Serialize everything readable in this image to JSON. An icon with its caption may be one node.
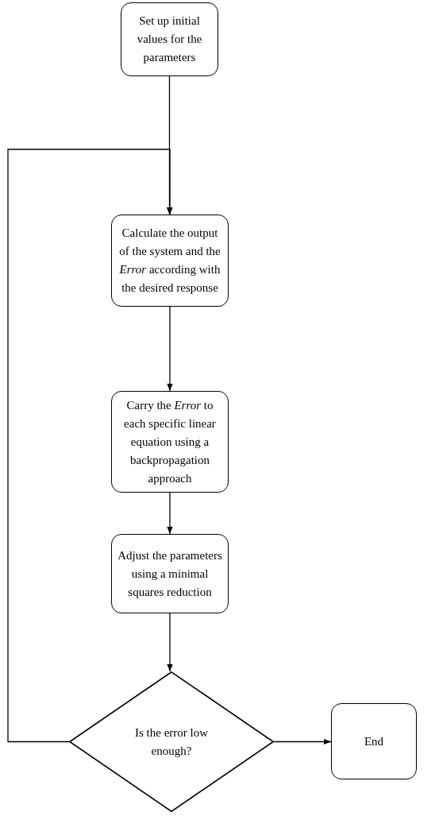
{
  "diagram": {
    "nodes": [
      {
        "text": [
          "Set up initial values for the parameters"
        ]
      },
      {
        "text": [
          "Calculate the output of the system and the *Error* according with the desired response"
        ]
      },
      {
        "text": [
          "Carry the *Error* to each specific linear equation using a backpropagation approach"
        ]
      },
      {
        "text": [
          "Adjust the parameters using a minimal squares reduction"
        ]
      },
      {
        "text": [
          "Is the error low enough?"
        ]
      },
      {
        "text": [
          "End"
        ]
      }
    ],
    "edges": [
      {
        "from": 0,
        "to": 1,
        "arrow": "to"
      },
      {
        "from": 1,
        "to": 2,
        "arrow": "to"
      },
      {
        "from": 2,
        "to": 3,
        "arrow": "to"
      },
      {
        "from": 3,
        "to": 4,
        "arrow": "to"
      },
      {
        "from": 4,
        "to": 5,
        "arrow": "to"
      },
      {
        "from": 4,
        "to": 1,
        "arrow": "to"
      }
    ]
  }
}
